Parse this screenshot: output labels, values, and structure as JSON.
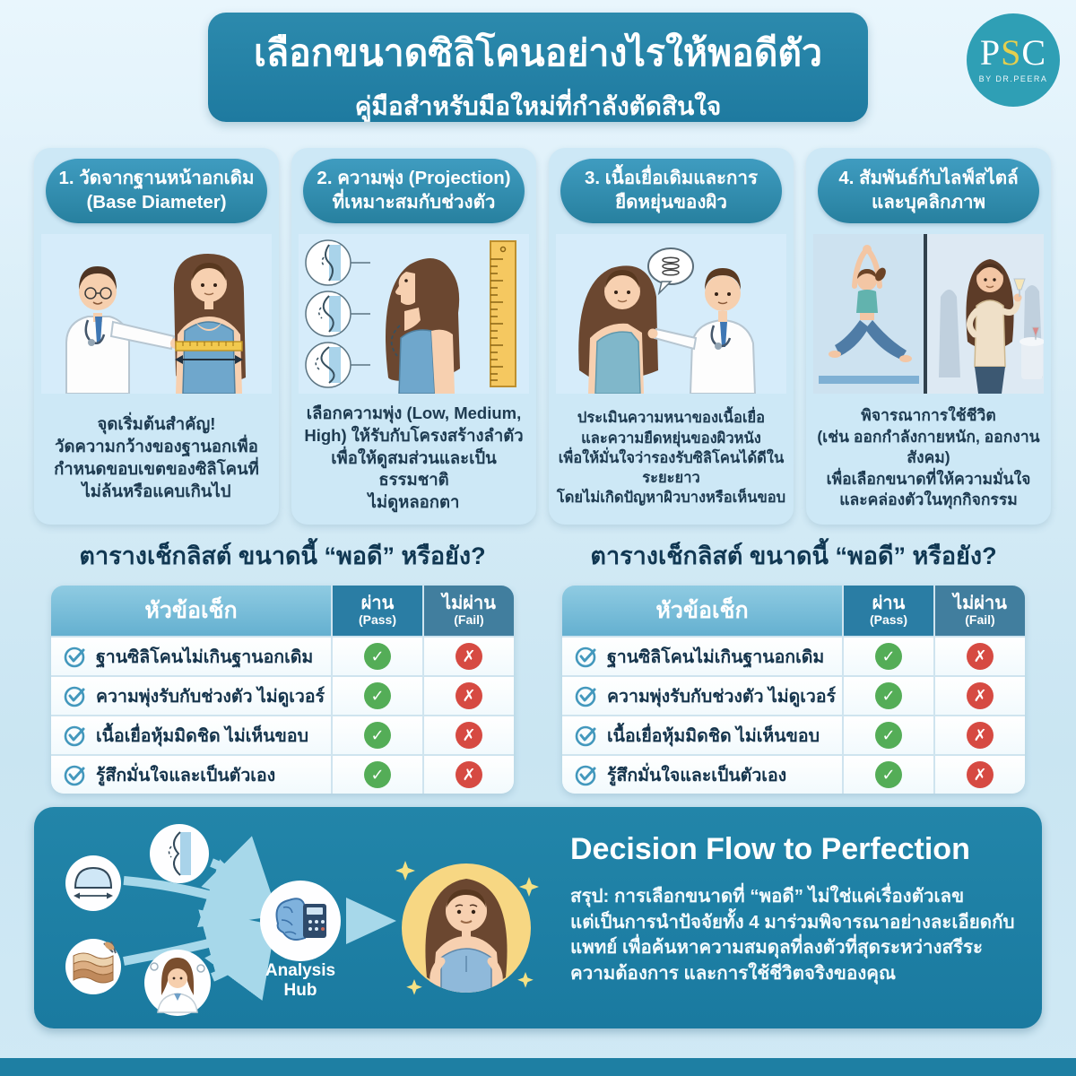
{
  "header": {
    "title": "เลือกขนาดซิลิโคนอย่างไรให้พอดีตัว",
    "subtitle": "คู่มือสำหรับมือใหม่ที่กำลังตัดสินใจ"
  },
  "logo": {
    "p": "P",
    "s": "S",
    "c": "C",
    "tagline": "BY DR.PEERA"
  },
  "cards": [
    {
      "title": "1. วัดจากฐานหน้าอกเดิม\n(Base Diameter)",
      "body": "จุดเริ่มต้นสำคัญ!\nวัดความกว้างของฐานอกเพื่อ\nกำหนดขอบเขตของซิลิโคนที่\nไม่ล้นหรือแคบเกินไป",
      "illustration": "doctor-measuring-breast-base"
    },
    {
      "title": "2. ความพุ่ง (Projection)\nที่เหมาะสมกับช่วงตัว",
      "body": "เลือกความพุ่ง (Low, Medium,\nHigh) ให้รับกับโครงสร้างลำตัว\nเพื่อให้ดูสมส่วนและเป็นธรรมชาติ\nไม่ดูหลอกตา",
      "illustration": "projection-profiles-with-ruler"
    },
    {
      "title": "3. เนื้อเยื่อเดิมและการ\nยืดหยุ่นของผิว",
      "body": "ประเมินความหนาของเนื้อเยื่อ\nและความยืดหยุ่นของผิวหนัง\nเพื่อให้มั่นใจว่ารองรับซิลิโคนได้ดีในระยะยาว\nโดยไม่เกิดปัญหาผิวบางหรือเห็นขอบ",
      "illustration": "doctor-assessing-tissue-elasticity"
    },
    {
      "title": "4. สัมพันธ์กับไลฟ์สไตล์\nและบุคลิกภาพ",
      "body": "พิจารณาการใช้ชีวิต\n(เช่น ออกกำลังกายหนัก, ออกงานสังคม)\nเพื่อเลือกขนาดที่ให้ความมั่นใจ\nและคล่องตัวในทุกกิจกรรม",
      "illustration": "lifestyle-yoga-and-social"
    }
  ],
  "checklist": {
    "title": "ตารางเช็กลิสต์ ขนาดนี้ “พอดี” หรือยัง?",
    "headers": {
      "topic": "หัวข้อเช็ก",
      "pass_main": "ผ่าน",
      "pass_sub": "(Pass)",
      "fail_main": "ไม่ผ่าน",
      "fail_sub": "(Fail)"
    },
    "rows": [
      "ฐานซิลิโคนไม่เกินฐานอกเดิม",
      "ความพุ่งรับกับช่วงตัว ไม่ดูเวอร์",
      "เนื้อเยื่อหุ้มมิดชิด ไม่เห็นขอบ",
      "รู้สึกมั่นใจและเป็นตัวเอง"
    ],
    "pass_glyph": "✓",
    "fail_glyph": "✗"
  },
  "decision": {
    "title": "Decision Flow to Perfection",
    "body": "สรุป: การเลือกขนาดที่ “พอดี” ไม่ใช่แค่เรื่องตัวเลข\nแต่เป็นการนำปัจจัยทั้ง 4 มาร่วมพิจารณาอย่างละเอียดกับ\nแพทย์ เพื่อค้นหาความสมดุลที่ลงตัวที่สุดระหว่างสรีระ\nความต้องการ และการใช้ชีวิตจริงของคุณ",
    "hub_label": "Analysis\nHub",
    "flow_icons": [
      "implant-base-icon",
      "projection-profile-icon",
      "skin-tissue-icon",
      "doctor-icon",
      "analysis-hub-brain-calculator-icon",
      "confident-woman-illustration"
    ]
  },
  "colors": {
    "header_teal": "#217ea4",
    "card_bg": "#cde8f6",
    "card_pill": "#2e86ad",
    "band_teal": "#1e7fa3",
    "pass_green": "#54ad57",
    "fail_red": "#d64a42",
    "logo_teal": "#2f9fb5",
    "logo_gold": "#e5cf4e",
    "ruler_yellow": "#f2c94e",
    "highlight_yellow": "#f7d783"
  }
}
